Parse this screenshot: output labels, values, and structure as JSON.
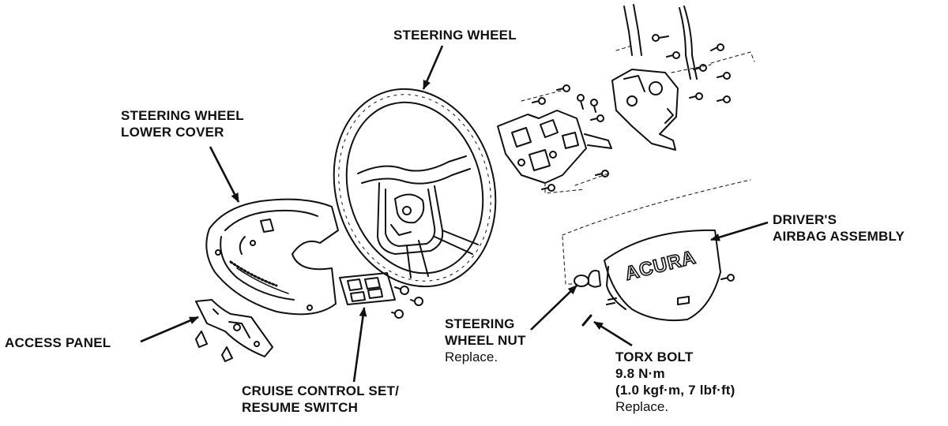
{
  "labels": {
    "steering_wheel": "STEERING WHEEL",
    "lower_cover_line1": "STEERING WHEEL",
    "lower_cover_line2": "LOWER COVER",
    "airbag_line1": "DRIVER'S",
    "airbag_line2": "AIRBAG ASSEMBLY",
    "access_panel": "ACCESS PANEL",
    "cruise_line1": "CRUISE CONTROL SET/",
    "cruise_line2": "RESUME SWITCH",
    "nut_line1": "STEERING",
    "nut_line2": "WHEEL NUT",
    "nut_note": "Replace.",
    "torx_line1": "TORX BOLT",
    "torx_line2": "9.8 N·m",
    "torx_line3": "(1.0 kgf·m, 7 lbf·ft)",
    "torx_note": "Replace.",
    "airbag_emblem": "ACURA"
  }
}
